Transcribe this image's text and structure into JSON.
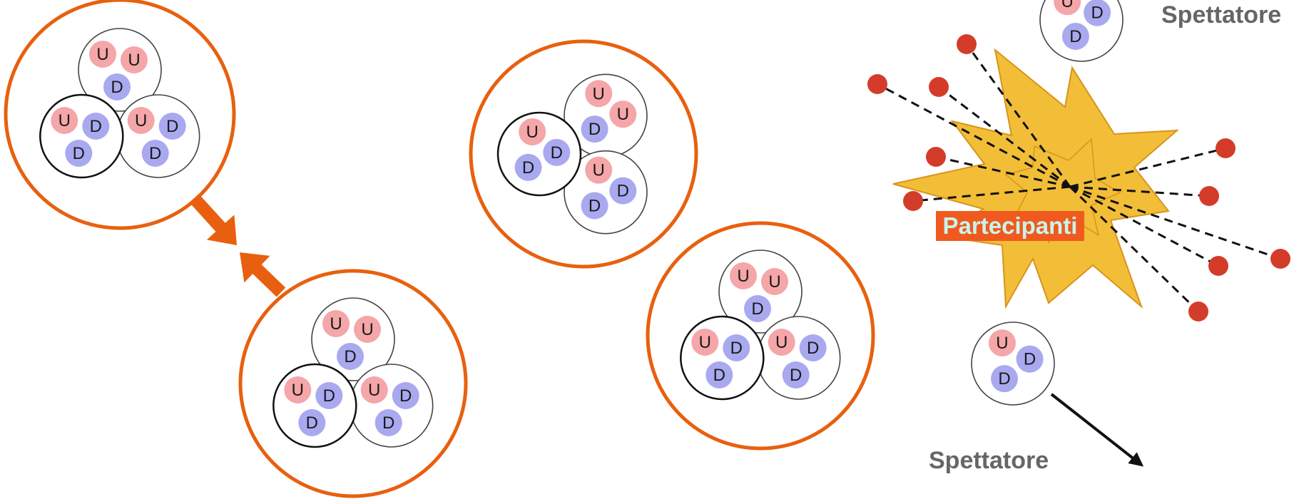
{
  "labels": {
    "spectator_top": "Spettatore",
    "spectator_bottom": "Spettatore",
    "participants": "Partecipanti"
  },
  "quark_labels": {
    "up": "U",
    "down": "D"
  },
  "colors": {
    "nucleus_ring": "#e8600f",
    "arrow": "#e8600f",
    "up_quark": "#f4a6a8",
    "down_quark": "#a9a9f0",
    "explosion_fill": "#f2be38",
    "explosion_stroke": "#d9931c",
    "fragment": "#d43c2a",
    "participants_bg": "#f05a1e",
    "participants_text": "#c8f4ec",
    "label_text": "#666666"
  },
  "icons": [
    "nucleus-icon",
    "nucleon-icon",
    "quark-icon",
    "spring-icon",
    "explosion-icon",
    "arrow-icon"
  ]
}
